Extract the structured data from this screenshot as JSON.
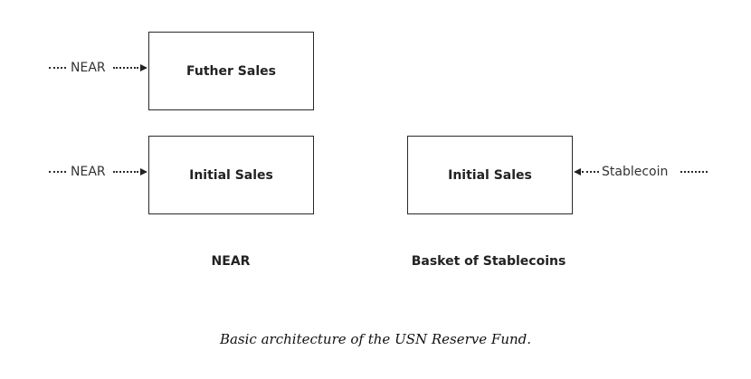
{
  "diagram": {
    "boxes": {
      "further_sales": "Futher Sales",
      "initial_sales_near": "Initial Sales",
      "initial_sales_stablecoins": "Initial Sales"
    },
    "flows": {
      "near_to_further": "NEAR",
      "near_to_initial": "NEAR",
      "stablecoin_to_initial": "Stablecoin"
    },
    "groups": {
      "near": "NEAR",
      "stablecoins": "Basket of Stablecoins"
    }
  },
  "caption": "Basic architecture of the USN Reserve Fund."
}
